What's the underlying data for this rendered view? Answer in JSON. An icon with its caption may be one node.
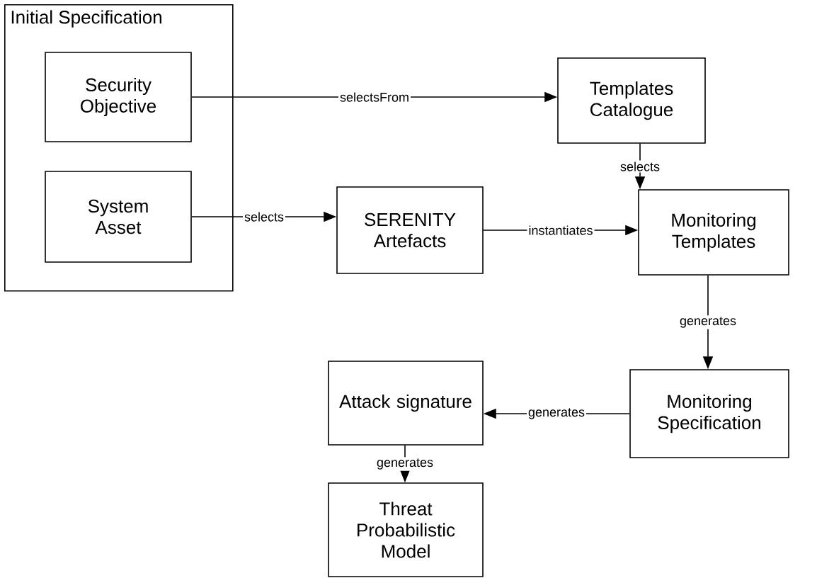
{
  "diagram": {
    "nodes": [
      {
        "text": [
          "Initial Specification"
        ]
      },
      {
        "text": [
          "Security Objective"
        ],
        "in": 0
      },
      {
        "text": [
          "System Asset"
        ],
        "in": 0
      },
      {
        "text": [
          "Templates Catalogue"
        ]
      },
      {
        "text": [
          "SERENITY Artefacts"
        ]
      },
      {
        "text": [
          "Monitoring Templates"
        ]
      },
      {
        "text": [
          "Monitoring Specification"
        ]
      },
      {
        "text": [
          "Attack signature"
        ]
      },
      {
        "text": [
          "Threat Probabilistic Model"
        ]
      }
    ],
    "edges": [
      {
        "from": 1,
        "to": 3,
        "arrow": "to",
        "label": "selectsFrom"
      },
      {
        "from": 2,
        "to": 4,
        "arrow": "to",
        "label": "selects"
      },
      {
        "from": 3,
        "to": 5,
        "arrow": "to",
        "label": "selects"
      },
      {
        "from": 4,
        "to": 5,
        "arrow": "to",
        "label": "instantiates"
      },
      {
        "from": 5,
        "to": 6,
        "arrow": "to",
        "label": "generates"
      },
      {
        "from": 6,
        "to": 7,
        "arrow": "to",
        "label": "generates"
      },
      {
        "from": 7,
        "to": 8,
        "arrow": "to",
        "label": "generates"
      }
    ]
  }
}
